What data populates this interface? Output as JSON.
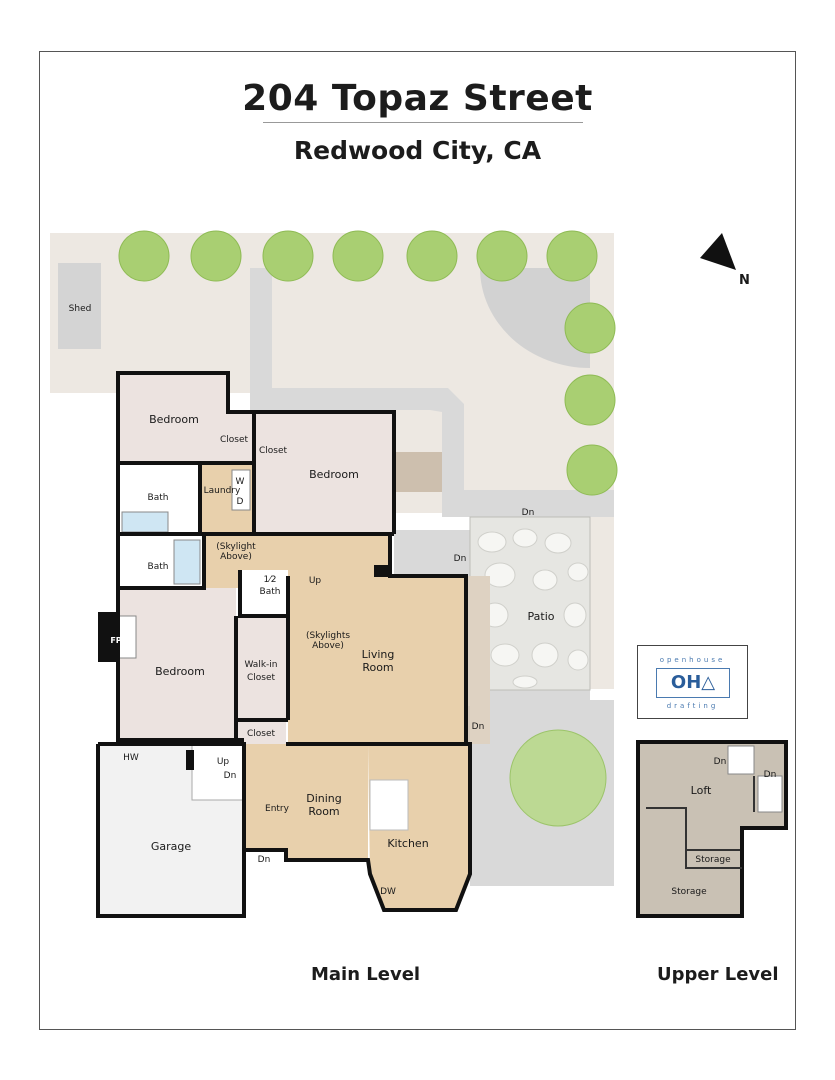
{
  "header": {
    "address": "204 Topaz Street",
    "city": "Redwood City, CA"
  },
  "main_level": {
    "label": "Main Level",
    "rooms": {
      "shed": "Shed",
      "bedroom_1": "Bedroom",
      "closet_1": "Closet",
      "closet_2": "Closet",
      "bedroom_2": "Bedroom",
      "bath_1": "Bath",
      "laundry": "Laundry",
      "washer": "W",
      "dryer": "D",
      "bath_2": "Bath",
      "skylight_hall_1": "(Skylight",
      "skylight_hall_2": "Above)",
      "half_bath_frac": "1⁄2",
      "half_bath": "Bath",
      "fireplace": "FP",
      "bedroom_3": "Bedroom",
      "walkin_1": "Walk-in",
      "walkin_2": "Closet",
      "skylights_1": "(Skylights",
      "skylights_2": "Above)",
      "living_1": "Living",
      "living_2": "Room",
      "patio": "Patio",
      "closet_3": "Closet",
      "water_heater": "HW",
      "entry": "Entry",
      "dining_1": "Dining",
      "dining_2": "Room",
      "kitchen": "Kitchen",
      "dishwasher": "DW",
      "garage": "Garage"
    },
    "stairs": {
      "hall_up": "Up",
      "garage_up": "Up",
      "garage_dn": "Dn",
      "entry_dn": "Dn",
      "patio_dn_top": "Dn",
      "patio_dn_left": "Dn",
      "living_dn": "Dn"
    }
  },
  "upper_level": {
    "label": "Upper Level",
    "loft": "Loft",
    "storage_1": "Storage",
    "storage_2": "Storage",
    "dn_1": "Dn",
    "dn_2": "Dn"
  },
  "compass": {
    "north": "N"
  },
  "logo": {
    "top": "openhouse",
    "mark": "OH△",
    "bottom": "drafting"
  },
  "colors": {
    "yard": "#ede8e2",
    "driveway": "#d9d9d9",
    "wood_floor": "#e8d0ac",
    "carpet": "#ece3e0",
    "upper_floor": "#c9c1b4",
    "wall": "#111111",
    "tree": "#a9cf72",
    "logo_blue": "#4a7ab0"
  }
}
